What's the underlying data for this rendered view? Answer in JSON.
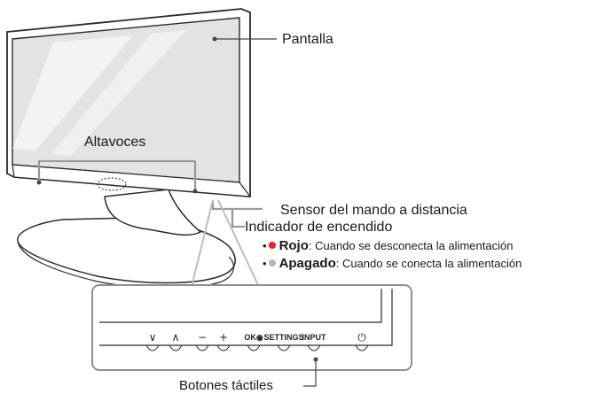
{
  "labels": {
    "screen": "Pantalla",
    "speakers": "Altavoces",
    "remote_sensor": "Sensor del mando a distancia",
    "power_indicator": "Indicador de encendido",
    "touch_buttons": "Botones táctiles"
  },
  "indicator_states": [
    {
      "bullet": "•",
      "color_name": "Rojo",
      "description": ": Cuando se desconecta la alimentación",
      "dot_color": "#e8202a"
    },
    {
      "bullet": "•",
      "color_name": "Apagado",
      "description": ": Cuando se conecta la alimentación",
      "dot_color": "#b4b4b4"
    }
  ],
  "buttons": [
    {
      "symbol": "∨",
      "icon": "chevron-down-icon"
    },
    {
      "symbol": "∧",
      "icon": "chevron-up-icon"
    },
    {
      "symbol": "−",
      "icon": "minus-icon"
    },
    {
      "symbol": "+",
      "icon": "plus-icon"
    },
    {
      "symbol": "OK◉",
      "icon": "ok-button-icon"
    },
    {
      "symbol": "SETTINGS",
      "icon": "settings-text"
    },
    {
      "symbol": "INPUT",
      "icon": "input-text"
    },
    {
      "symbol": "⏻",
      "icon": "power-icon"
    }
  ],
  "colors": {
    "outline": "#2a2a2a",
    "callout": "#555555",
    "panel_border": "#8a8a8a",
    "red": "#e8202a",
    "gray": "#b4b4b4"
  }
}
